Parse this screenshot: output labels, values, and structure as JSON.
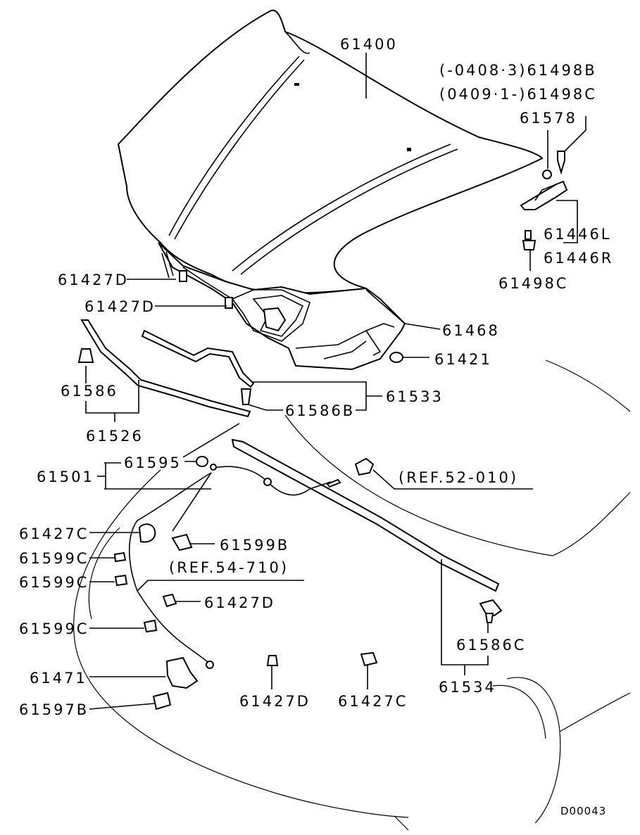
{
  "diagram_code": "D00043",
  "labels": {
    "p61400": "61400",
    "p61498b": "(-0408·3)61498B",
    "p61498c_top": "(0409·1-)61498C",
    "p61578": "61578",
    "p61446l": "61446L",
    "p61446r": "61446R",
    "p61498c": "61498C",
    "p61427d_a": "61427D",
    "p61427d_b": "61427D",
    "p61468": "61468",
    "p61421": "61421",
    "p61586": "61586",
    "p61533": "61533",
    "p61586b": "61586B",
    "p61526": "61526",
    "p61595": "61595",
    "p61501": "61501",
    "ref52": "(REF.52-010)",
    "p61427c_a": "61427C",
    "p61599b": "61599B",
    "ref54": "(REF.54-710)",
    "p61599c_a": "61599C",
    "p61599c_b": "61599C",
    "p61427d_c": "61427D",
    "p61599c_c": "61599C",
    "p61586c": "61586C",
    "p61471": "61471",
    "p61534": "61534",
    "p61427d_d": "61427D",
    "p61427c_b": "61427C",
    "p61597b": "61597B"
  }
}
